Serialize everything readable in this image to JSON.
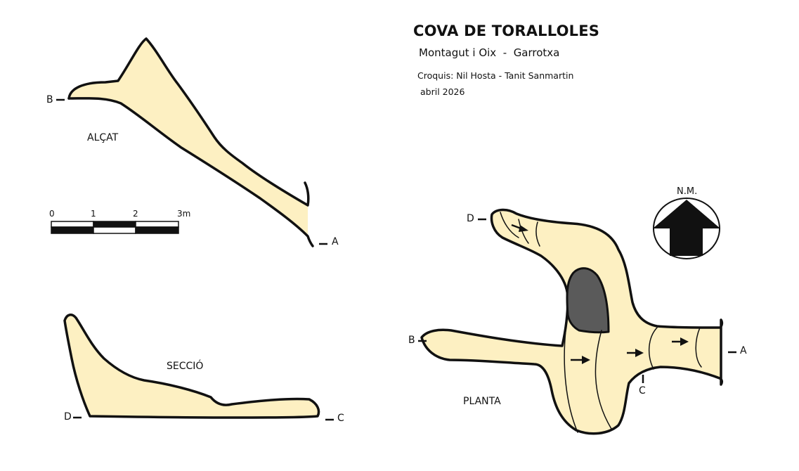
{
  "header": {
    "title": "COVA DE TORALLOLES",
    "location_town": "Montagut i Oix",
    "location_separator": "-",
    "location_region": "Garrotxa",
    "credits": "Croquis: Nil Hosta - Tanit Sanmartin",
    "date": "abril 2026"
  },
  "views": {
    "elevation": {
      "label": "ALÇAT",
      "point_left": "B",
      "point_right": "A"
    },
    "section": {
      "label": "SECCIÓ",
      "point_left": "D",
      "point_right": "C"
    },
    "plan": {
      "label": "PLANTA",
      "point_top": "D",
      "point_left": "B",
      "point_right": "A",
      "point_bottom": "C"
    }
  },
  "scale_bar": {
    "ticks": [
      "0",
      "1",
      "2",
      "3m"
    ]
  },
  "north": {
    "label": "N.M."
  },
  "colors": {
    "cave_fill": "#fdf0c2",
    "outline": "#111111",
    "pillar": "#5a5a5a",
    "background": "#ffffff"
  }
}
